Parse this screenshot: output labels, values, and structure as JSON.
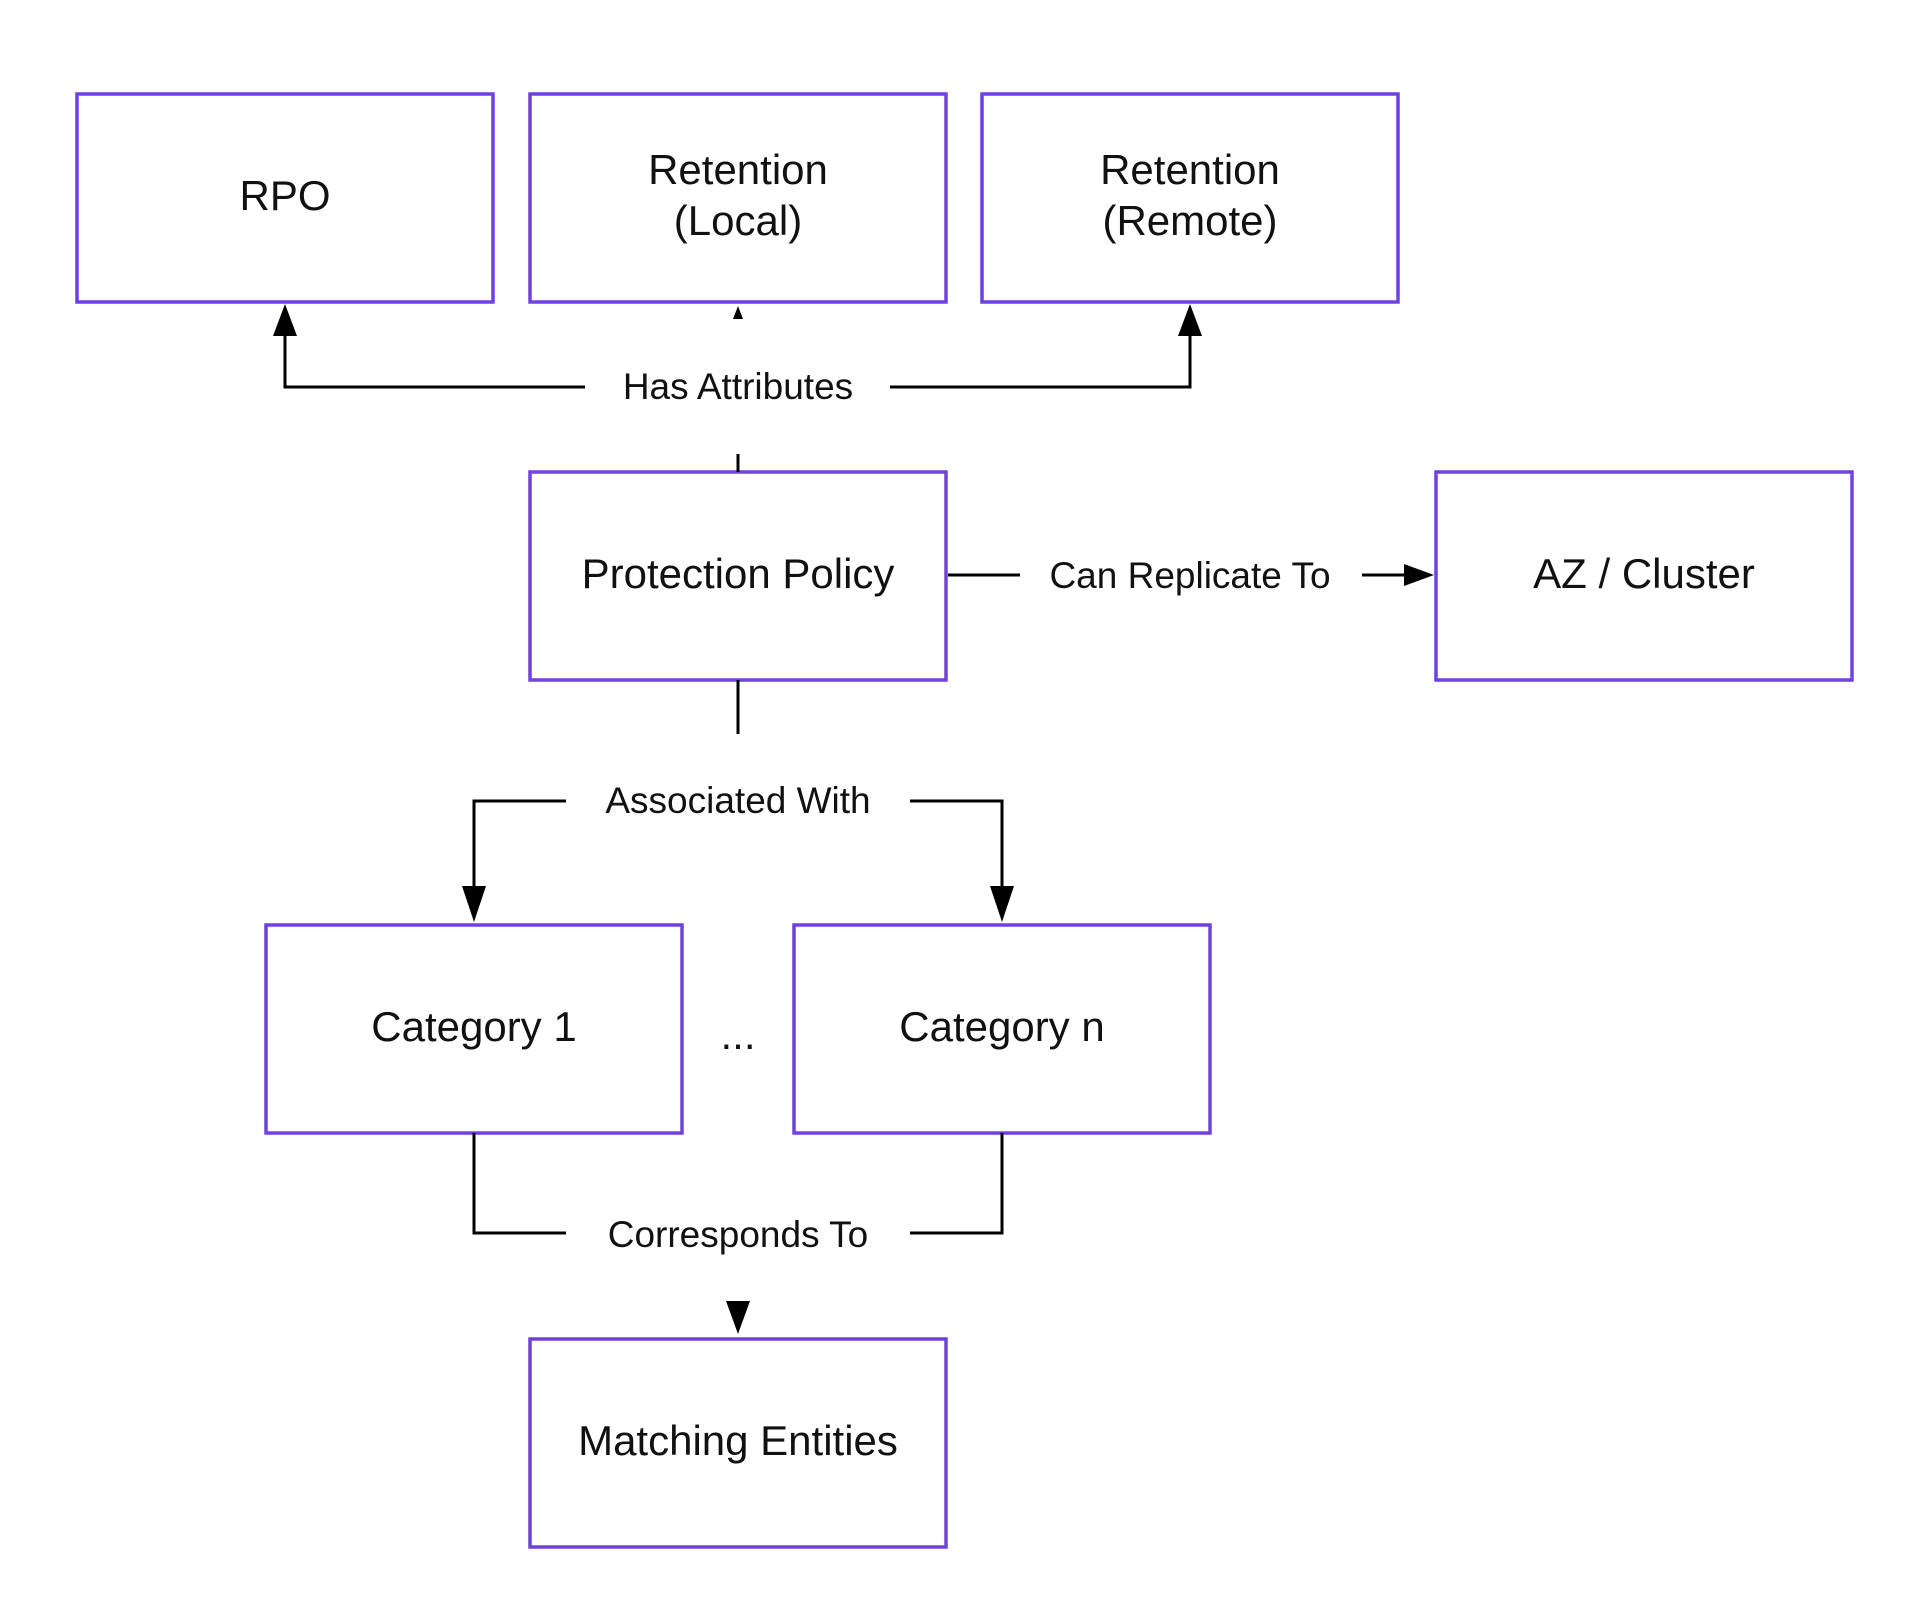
{
  "diagram": {
    "nodes": {
      "rpo": {
        "lines": [
          "RPO"
        ]
      },
      "retention_local": {
        "lines": [
          "Retention",
          "(Local)"
        ]
      },
      "retention_remote": {
        "lines": [
          "Retention",
          "(Remote)"
        ]
      },
      "protection_policy": {
        "lines": [
          "Protection Policy"
        ]
      },
      "az_cluster": {
        "lines": [
          "AZ / Cluster"
        ]
      },
      "category_1": {
        "lines": [
          "Category 1"
        ]
      },
      "category_n": {
        "lines": [
          "Category n"
        ]
      },
      "matching_entities": {
        "lines": [
          "Matching Entities"
        ]
      }
    },
    "edges": {
      "has_attributes": "Has Attributes",
      "can_replicate_to": "Can Replicate To",
      "associated_with": "Associated With",
      "corresponds_to": "Corresponds To"
    },
    "ellipsis": "...",
    "colors": {
      "box_border": "#6f42e0",
      "line": "#000000",
      "text": "#111111"
    }
  }
}
